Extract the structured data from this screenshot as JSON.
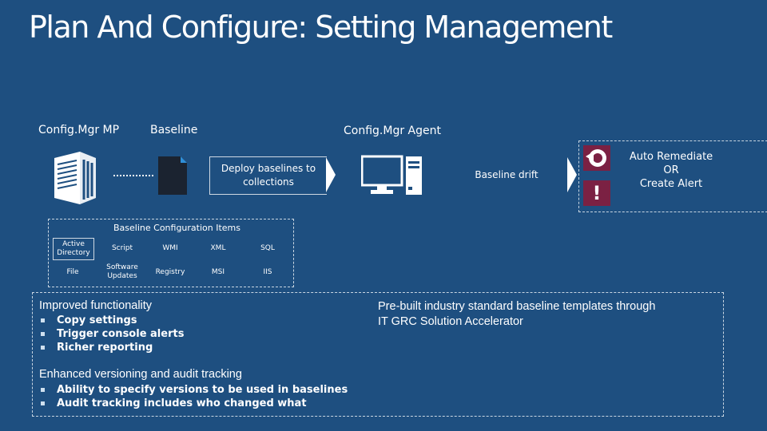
{
  "title": "Plan And Configure: Setting Management",
  "diagram": {
    "mp_label": "Config.Mgr MP",
    "baseline_label": "Baseline",
    "agent_label": "Config.Mgr Agent",
    "deploy_text": "Deploy baselines to collections",
    "drift_text": "Baseline drift",
    "alert_text": [
      "Auto Remediate",
      "OR",
      "Create Alert"
    ],
    "exclamation": "!"
  },
  "config_items": {
    "title": "Baseline Configuration Items",
    "row1": [
      "Active Directory",
      "Script",
      "WMI",
      "XML",
      "SQL"
    ],
    "row2": [
      "File",
      "Software Updates",
      "Registry",
      "MSI",
      "IIS"
    ]
  },
  "improved": {
    "heading": "Improved functionality",
    "items": [
      "Copy settings",
      "Trigger console alerts",
      "Richer reporting"
    ]
  },
  "versioning": {
    "heading": "Enhanced versioning and audit tracking",
    "items": [
      "Ability to specify versions to be used in baselines",
      "Audit tracking includes who changed what"
    ]
  },
  "templates_text": "Pre-built industry standard baseline templates through IT GRC Solution Accelerator",
  "colors": {
    "background": "#1e4f80",
    "alert_tile": "#7b2143",
    "cell_border": "#cfd9e3"
  },
  "icons": [
    "server-icon",
    "document-icon",
    "computer-icon",
    "refresh-icon",
    "exclamation-icon"
  ]
}
